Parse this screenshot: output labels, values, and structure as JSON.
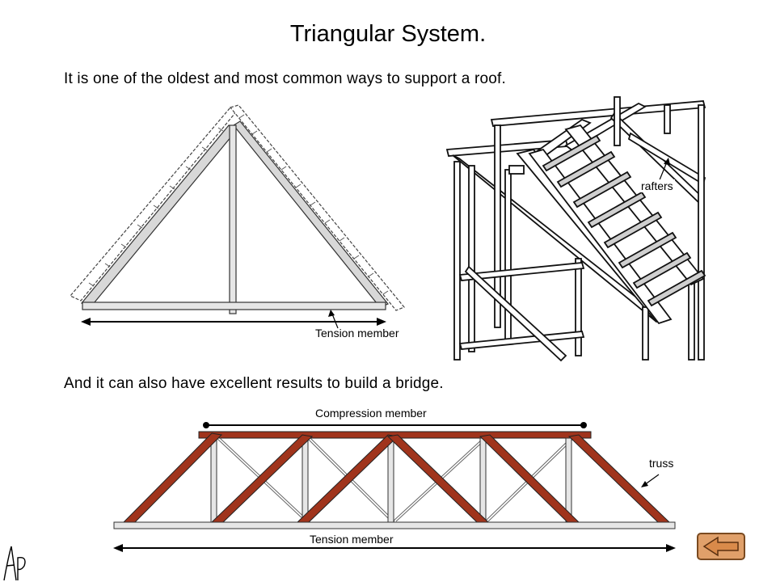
{
  "title": "Triangular System.",
  "intro": "It is one of the oldest and most common ways to support a roof.",
  "bridge_intro": "And it can also have excellent results to build a bridge.",
  "labels": {
    "roof_tension": "Tension member",
    "rafters": "rafters",
    "compression": "Compression member",
    "truss": "truss",
    "bridge_tension": "Tension member"
  },
  "icons": {
    "back": "back-arrow-icon",
    "signature": "handwritten-initials"
  },
  "colors": {
    "diagonal_beam": "#a0341c",
    "back_button": "#e0a06a"
  }
}
